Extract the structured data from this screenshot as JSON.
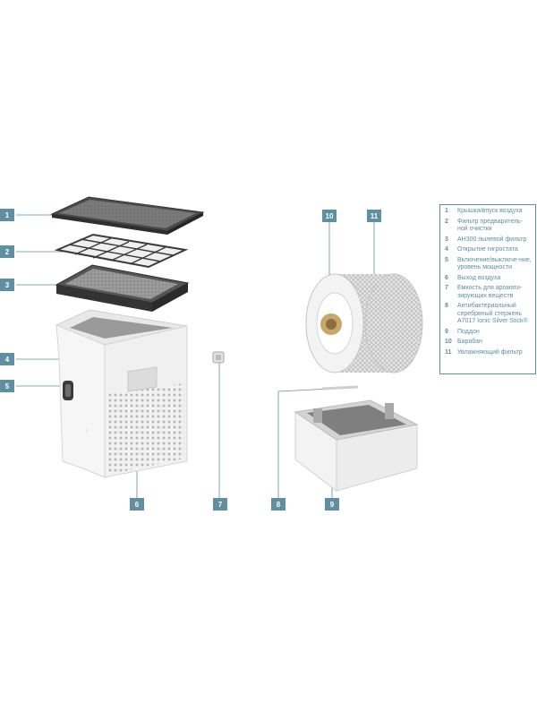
{
  "colors": {
    "accent": "#5f8fa0",
    "dark_panel": "#4a4a4a",
    "body": "#f4f4f4"
  },
  "callouts": [
    {
      "num": "1"
    },
    {
      "num": "2"
    },
    {
      "num": "3"
    },
    {
      "num": "4"
    },
    {
      "num": "5"
    },
    {
      "num": "6"
    },
    {
      "num": "7"
    },
    {
      "num": "8"
    },
    {
      "num": "9"
    },
    {
      "num": "10"
    },
    {
      "num": "11"
    }
  ],
  "legend": [
    {
      "num": "1",
      "label": "Крышка/впуск воздуха"
    },
    {
      "num": "2",
      "label": "Фильтр предваритель-ной очистки"
    },
    {
      "num": "3",
      "label": "AH300 пылевой фильтр"
    },
    {
      "num": "4",
      "label": "Открытие гигростата"
    },
    {
      "num": "5",
      "label": "Включение/выключе-ние, уровень мощности"
    },
    {
      "num": "6",
      "label": "Выход воздуха"
    },
    {
      "num": "7",
      "label": "Емкость для аромати-зирующих веществ"
    },
    {
      "num": "8",
      "label": "Антибактериальный серебряный стержень A7017 Ionic Silver Stick®"
    },
    {
      "num": "9",
      "label": "Поддон"
    },
    {
      "num": "10",
      "label": "Барабан"
    },
    {
      "num": "11",
      "label": "Увлажняющий фильтр"
    }
  ]
}
